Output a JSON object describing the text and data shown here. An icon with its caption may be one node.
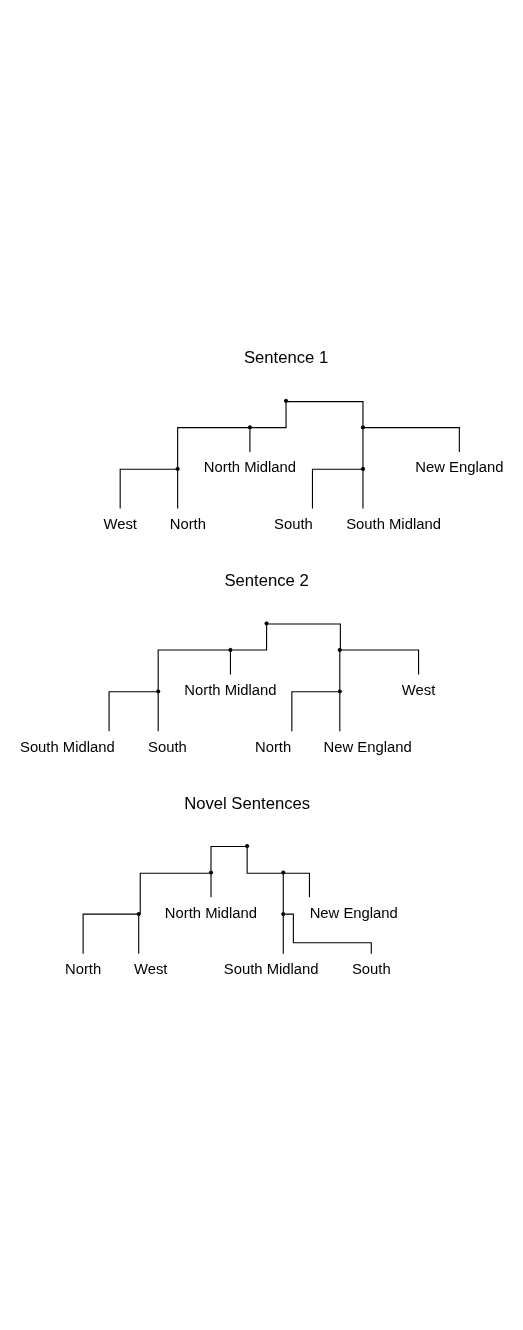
{
  "diagram": {
    "nodes": [
      {
        "text": [],
        "shape": "point"
      },
      {
        "text": [],
        "shape": "point"
      },
      {
        "text": [],
        "shape": "point"
      },
      {
        "text": [],
        "shape": "point"
      },
      {
        "text": [],
        "shape": "point"
      },
      {
        "text": [
          "North Midland"
        ]
      },
      {
        "text": [
          "West"
        ]
      },
      {
        "text": [
          "North"
        ]
      },
      {
        "text": [
          "South"
        ]
      },
      {
        "text": [
          "South Midland"
        ]
      },
      {
        "text": [
          "New England"
        ]
      },
      {
        "text": [],
        "shape": "point"
      },
      {
        "text": [],
        "shape": "point"
      },
      {
        "text": [],
        "shape": "point"
      },
      {
        "text": [],
        "shape": "point"
      },
      {
        "text": [],
        "shape": "point"
      },
      {
        "text": [
          "North Midland"
        ]
      },
      {
        "text": [
          "South Midland"
        ]
      },
      {
        "text": [
          "South"
        ]
      },
      {
        "text": [
          "West"
        ]
      },
      {
        "text": [
          "North"
        ]
      },
      {
        "text": [
          "New England"
        ]
      },
      {
        "text": [],
        "shape": "point"
      },
      {
        "text": [],
        "shape": "point"
      },
      {
        "text": [],
        "shape": "point"
      },
      {
        "text": [],
        "shape": "point"
      },
      {
        "text": [],
        "shape": "point"
      },
      {
        "text": [
          "North Midland"
        ]
      },
      {
        "text": [
          "North"
        ]
      },
      {
        "text": [
          "West"
        ]
      },
      {
        "text": [
          "South Midland"
        ]
      },
      {
        "text": [
          "South"
        ]
      },
      {
        "text": [
          "New England"
        ]
      }
    ],
    "edges": [
      {
        "from": 0,
        "to": 1,
        "arrow": "none"
      },
      {
        "from": 0,
        "to": 2,
        "arrow": "none"
      },
      {
        "from": 1,
        "to": 5,
        "arrow": "none"
      },
      {
        "from": 1,
        "to": 3,
        "arrow": "none"
      },
      {
        "from": 3,
        "to": 6,
        "arrow": "none"
      },
      {
        "from": 3,
        "to": 7,
        "arrow": "none"
      },
      {
        "from": 2,
        "to": 4,
        "arrow": "none"
      },
      {
        "from": 2,
        "to": 10,
        "arrow": "none"
      },
      {
        "from": 4,
        "to": 8,
        "arrow": "none"
      },
      {
        "from": 4,
        "to": 9,
        "arrow": "none"
      },
      {
        "from": 11,
        "to": 12,
        "arrow": "none"
      },
      {
        "from": 11,
        "to": 13,
        "arrow": "none"
      },
      {
        "from": 12,
        "to": 16,
        "arrow": "none"
      },
      {
        "from": 12,
        "to": 14,
        "arrow": "none"
      },
      {
        "from": 14,
        "to": 17,
        "arrow": "none"
      },
      {
        "from": 14,
        "to": 18,
        "arrow": "none"
      },
      {
        "from": 13,
        "to": 19,
        "arrow": "none"
      },
      {
        "from": 13,
        "to": 15,
        "arrow": "none"
      },
      {
        "from": 15,
        "to": 20,
        "arrow": "none"
      },
      {
        "from": 15,
        "to": 21,
        "arrow": "none"
      },
      {
        "from": 22,
        "to": 23,
        "arrow": "none"
      },
      {
        "from": 22,
        "to": 24,
        "arrow": "none"
      },
      {
        "from": 23,
        "to": 27,
        "arrow": "none"
      },
      {
        "from": 23,
        "to": 25,
        "arrow": "none"
      },
      {
        "from": 25,
        "to": 28,
        "arrow": "none"
      },
      {
        "from": 25,
        "to": 29,
        "arrow": "none"
      },
      {
        "from": 24,
        "to": 26,
        "arrow": "none"
      },
      {
        "from": 24,
        "to": 32,
        "arrow": "none"
      },
      {
        "from": 26,
        "to": 30,
        "arrow": "none"
      },
      {
        "from": 26,
        "to": 31,
        "arrow": "none"
      }
    ],
    "labels": [
      "Sentence 1",
      "Sentence 2",
      "Novel Sentences"
    ]
  }
}
